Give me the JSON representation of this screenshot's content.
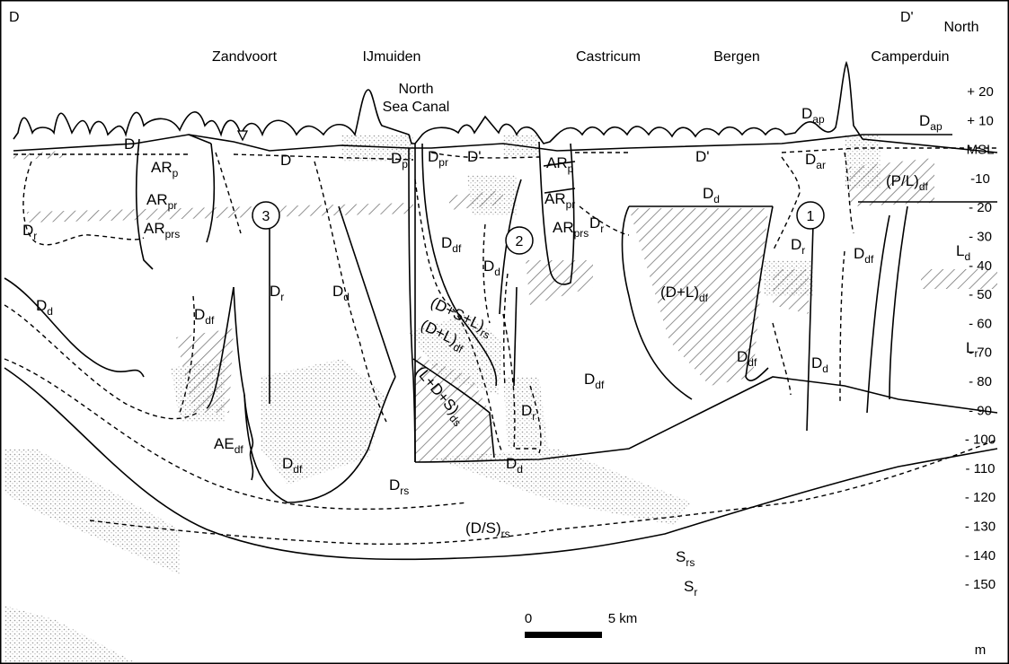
{
  "section": {
    "start": "D",
    "end": "D'",
    "direction": "North"
  },
  "places": [
    "Zandvoort",
    "IJmuiden",
    "North",
    "Sea Canal",
    "Castricum",
    "Bergen",
    "Camperduin"
  ],
  "depth_axis": {
    "unit": "m",
    "ticks": [
      "+ 20",
      "+ 10",
      "MSL",
      "-10",
      "- 20",
      "- 30",
      "- 40",
      "- 50",
      "- 60",
      "- 70",
      "- 80",
      "- 90",
      "- 100",
      "- 110",
      "- 120",
      "- 130",
      "- 140",
      "- 150"
    ]
  },
  "scale_bar": {
    "start": "0",
    "end": "5 km"
  },
  "numbered_sites": [
    "1",
    "2",
    "3"
  ],
  "units": [
    {
      "id": "u1",
      "base": "D",
      "sub": ""
    },
    {
      "id": "u2",
      "base": "AR",
      "sub": "p"
    },
    {
      "id": "u3",
      "base": "AR",
      "sub": "pr"
    },
    {
      "id": "u4",
      "base": "AR",
      "sub": "prs"
    },
    {
      "id": "u5",
      "base": "D",
      "sub": "r"
    },
    {
      "id": "u6",
      "base": "D",
      "sub": ""
    },
    {
      "id": "u7",
      "base": "D",
      "sub": "d"
    },
    {
      "id": "u8",
      "base": "D",
      "sub": "df"
    },
    {
      "id": "u9",
      "base": "D",
      "sub": "r"
    },
    {
      "id": "u10",
      "base": "D",
      "sub": "d"
    },
    {
      "id": "u11",
      "base": "AE",
      "sub": "df"
    },
    {
      "id": "u12",
      "base": "D",
      "sub": "df"
    },
    {
      "id": "u13",
      "base": "D",
      "sub": "p"
    },
    {
      "id": "u14",
      "base": "D",
      "sub": "pr"
    },
    {
      "id": "u15",
      "base": "D'",
      "sub": ""
    },
    {
      "id": "u16",
      "base": "D",
      "sub": "df"
    },
    {
      "id": "u17",
      "base": "D",
      "sub": "d"
    },
    {
      "id": "u18",
      "base": "(D+S+L)",
      "sub": "rs"
    },
    {
      "id": "u19",
      "base": "(D+L)",
      "sub": "df"
    },
    {
      "id": "u20",
      "base": "(L+D+S)",
      "sub": "ds"
    },
    {
      "id": "u21",
      "base": "D",
      "sub": "r"
    },
    {
      "id": "u22",
      "base": "D",
      "sub": "d"
    },
    {
      "id": "u23",
      "base": "D",
      "sub": "rs"
    },
    {
      "id": "u24",
      "base": "AR",
      "sub": "p"
    },
    {
      "id": "u25",
      "base": "AR",
      "sub": "pr"
    },
    {
      "id": "u26",
      "base": "AR",
      "sub": "prs"
    },
    {
      "id": "u27",
      "base": "D",
      "sub": "r"
    },
    {
      "id": "u28",
      "base": "D",
      "sub": "df"
    },
    {
      "id": "u29",
      "base": "D'",
      "sub": ""
    },
    {
      "id": "u30",
      "base": "D",
      "sub": "d"
    },
    {
      "id": "u31",
      "base": "(D+L)",
      "sub": "df"
    },
    {
      "id": "u32",
      "base": "D",
      "sub": "df"
    },
    {
      "id": "u33",
      "base": "D",
      "sub": "ap"
    },
    {
      "id": "u34",
      "base": "D",
      "sub": "ap"
    },
    {
      "id": "u35",
      "base": "D",
      "sub": "ar"
    },
    {
      "id": "u36",
      "base": "(P/L)",
      "sub": "df"
    },
    {
      "id": "u37",
      "base": "D",
      "sub": "r"
    },
    {
      "id": "u38",
      "base": "D",
      "sub": "df"
    },
    {
      "id": "u39",
      "base": "L",
      "sub": "d"
    },
    {
      "id": "u40",
      "base": "D",
      "sub": "d"
    },
    {
      "id": "u41",
      "base": "L",
      "sub": "r"
    },
    {
      "id": "u42",
      "base": "(D/S)",
      "sub": "rs"
    },
    {
      "id": "u43",
      "base": "S",
      "sub": "rs"
    },
    {
      "id": "u44",
      "base": "S",
      "sub": "r"
    }
  ]
}
